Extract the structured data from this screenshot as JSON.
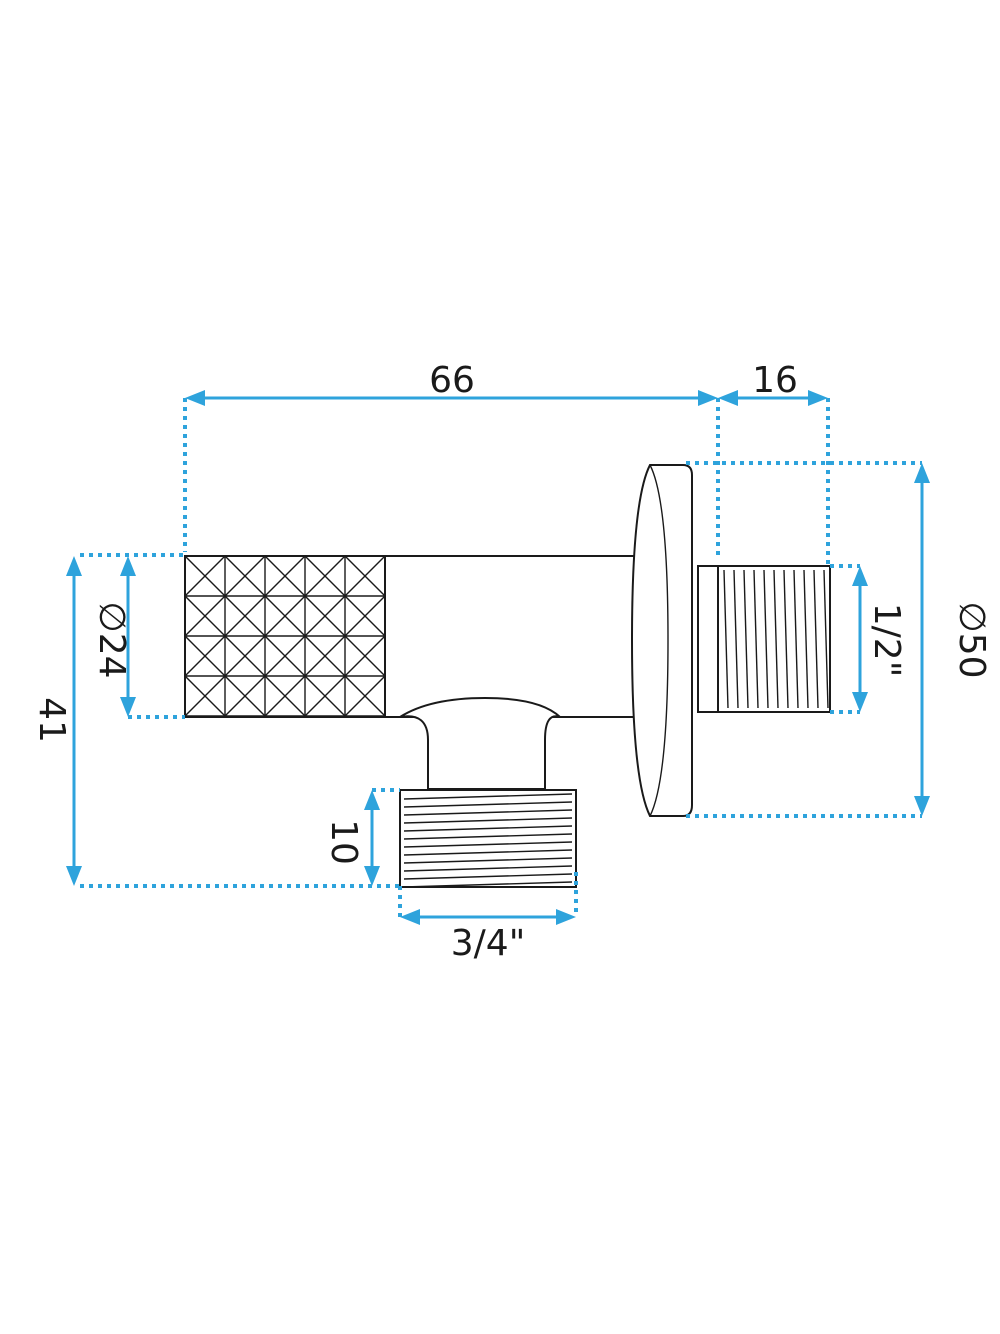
{
  "dimensions": {
    "total_length": "66",
    "thread_length": "16",
    "handle_diameter": "∅24",
    "rosette_diameter": "∅50",
    "outlet_thread": "1/2\"",
    "total_height": "41",
    "inlet_thread_height": "10",
    "inlet_thread": "3/4\""
  },
  "colors": {
    "dimension_lines": "#2ea3dc",
    "outline": "#1a1a1a",
    "background": "#ffffff"
  }
}
